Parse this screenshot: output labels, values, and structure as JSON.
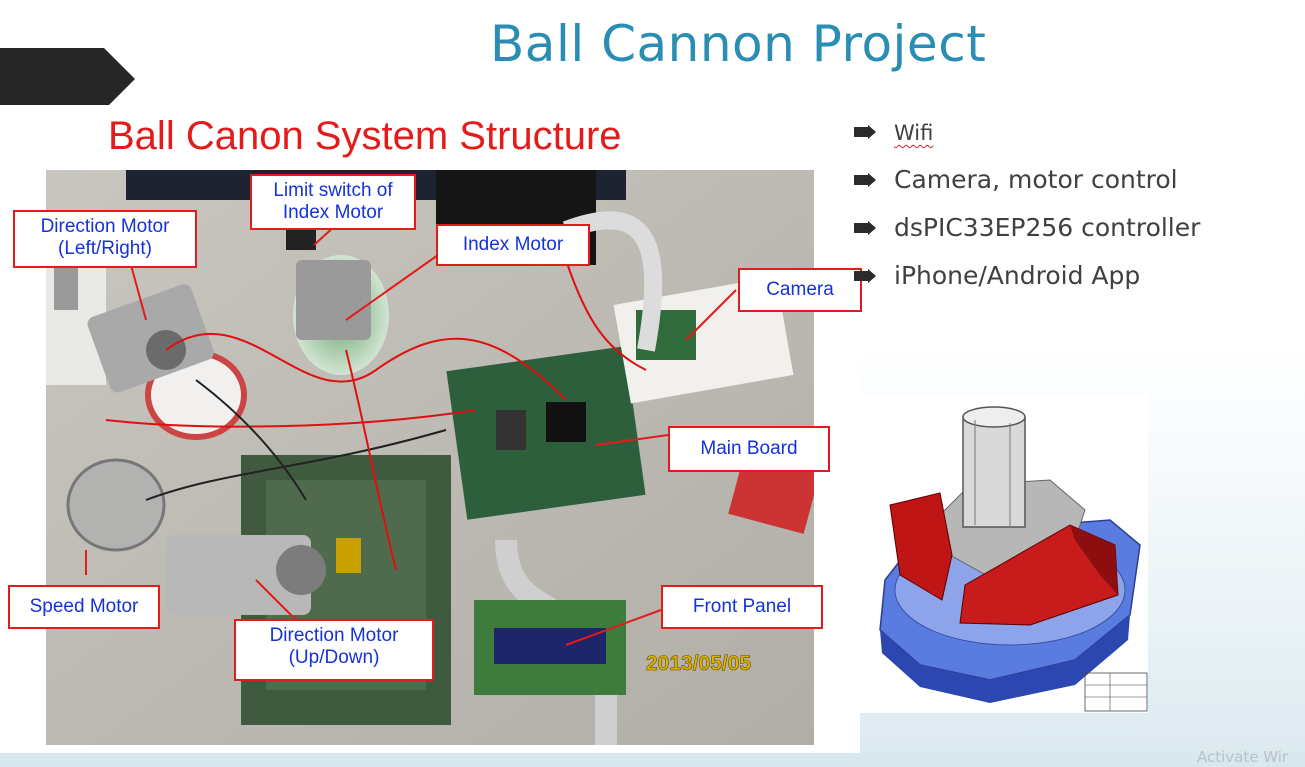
{
  "slide": {
    "title": "Ball Cannon Project",
    "photo_title": "Ball Canon System Structure",
    "photo_date": "2013/05/05",
    "labels": {
      "limit_switch": "Limit switch of Index Motor",
      "direction_lr_line1": "Direction Motor",
      "direction_lr_line2": "(Left/Right)",
      "index_motor": "Index Motor",
      "camera": "Camera",
      "main_board": "Main Board",
      "speed_motor": "Speed Motor",
      "front_panel": "Front Panel",
      "direction_ud_line1": "Direction Motor",
      "direction_ud_line2": "(Up/Down)"
    },
    "bullets": [
      {
        "text": "Wifi"
      },
      {
        "text": "Camera, motor control"
      },
      {
        "text": "dsPIC33EP256 controller"
      },
      {
        "text": "iPhone/Android App"
      }
    ],
    "watermark": "Activate Wir",
    "colors": {
      "accent": "#2a8db3",
      "label_border": "#e31b1b",
      "label_text": "#1532d8",
      "bullet_text": "#404040"
    },
    "icons": [
      "chevron-decoration-icon",
      "bullet-arrow-icon"
    ]
  }
}
